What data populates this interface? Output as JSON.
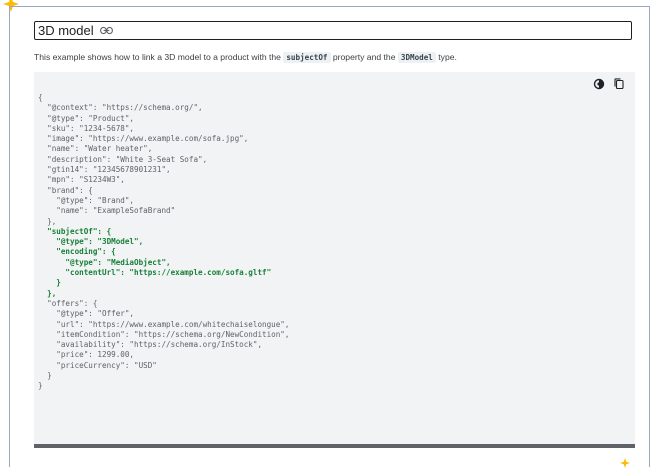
{
  "section": {
    "title": "3D model",
    "intro": {
      "before": "This example shows how to link a 3D model to a product with the ",
      "code1": "subjectOf",
      "middle": " property and the ",
      "code2": "3DModel",
      "after": " type."
    }
  },
  "code": {
    "toolbar": [
      "dark-mode-icon",
      "copy-icon"
    ],
    "lines": [
      {
        "text": "{",
        "highlight": false
      },
      {
        "text": "  \"@context\": \"https://schema.org/\",",
        "highlight": false
      },
      {
        "text": "  \"@type\": \"Product\",",
        "highlight": false
      },
      {
        "text": "  \"sku\": \"1234-5678\",",
        "highlight": false
      },
      {
        "text": "  \"image\": \"https://www.example.com/sofa.jpg\",",
        "highlight": false
      },
      {
        "text": "  \"name\": \"Water heater\",",
        "highlight": false
      },
      {
        "text": "  \"description\": \"White 3-Seat Sofa\",",
        "highlight": false
      },
      {
        "text": "  \"gtin14\": \"12345678901231\",",
        "highlight": false
      },
      {
        "text": "  \"mpn\": \"S1234W3\",",
        "highlight": false
      },
      {
        "text": "  \"brand\": {",
        "highlight": false
      },
      {
        "text": "    \"@type\": \"Brand\",",
        "highlight": false
      },
      {
        "text": "    \"name\": \"ExampleSofaBrand\"",
        "highlight": false
      },
      {
        "text": "  },",
        "highlight": false
      },
      {
        "text": "  \"subjectOf\": {",
        "highlight": true
      },
      {
        "text": "    \"@type\": \"3DModel\",",
        "highlight": true
      },
      {
        "text": "    \"encoding\": {",
        "highlight": true
      },
      {
        "text": "      \"@type\": \"MediaObject\",",
        "highlight": true
      },
      {
        "text": "      \"contentUrl\": \"https://example.com/sofa.gltf\"",
        "highlight": true
      },
      {
        "text": "    }",
        "highlight": true
      },
      {
        "text": "  },",
        "highlight": true
      },
      {
        "text": "  \"offers\": {",
        "highlight": false
      },
      {
        "text": "    \"@type\": \"Offer\",",
        "highlight": false
      },
      {
        "text": "    \"url\": \"https://www.example.com/whitechaiselongue\",",
        "highlight": false
      },
      {
        "text": "    \"itemCondition\": \"https://schema.org/NewCondition\",",
        "highlight": false
      },
      {
        "text": "    \"availability\": \"https://schema.org/InStock\",",
        "highlight": false
      },
      {
        "text": "    \"price\": 1299.00,",
        "highlight": false
      },
      {
        "text": "    \"priceCurrency\": \"USD\"",
        "highlight": false
      },
      {
        "text": "  }",
        "highlight": false
      },
      {
        "text": "}",
        "highlight": false
      }
    ]
  },
  "colors": {
    "highlight": "#188038",
    "code_text": "#5f6368",
    "panel_bg": "#f1f3f4",
    "frame_border": "#9aa7c2",
    "sparkle": "#fbbc04"
  }
}
